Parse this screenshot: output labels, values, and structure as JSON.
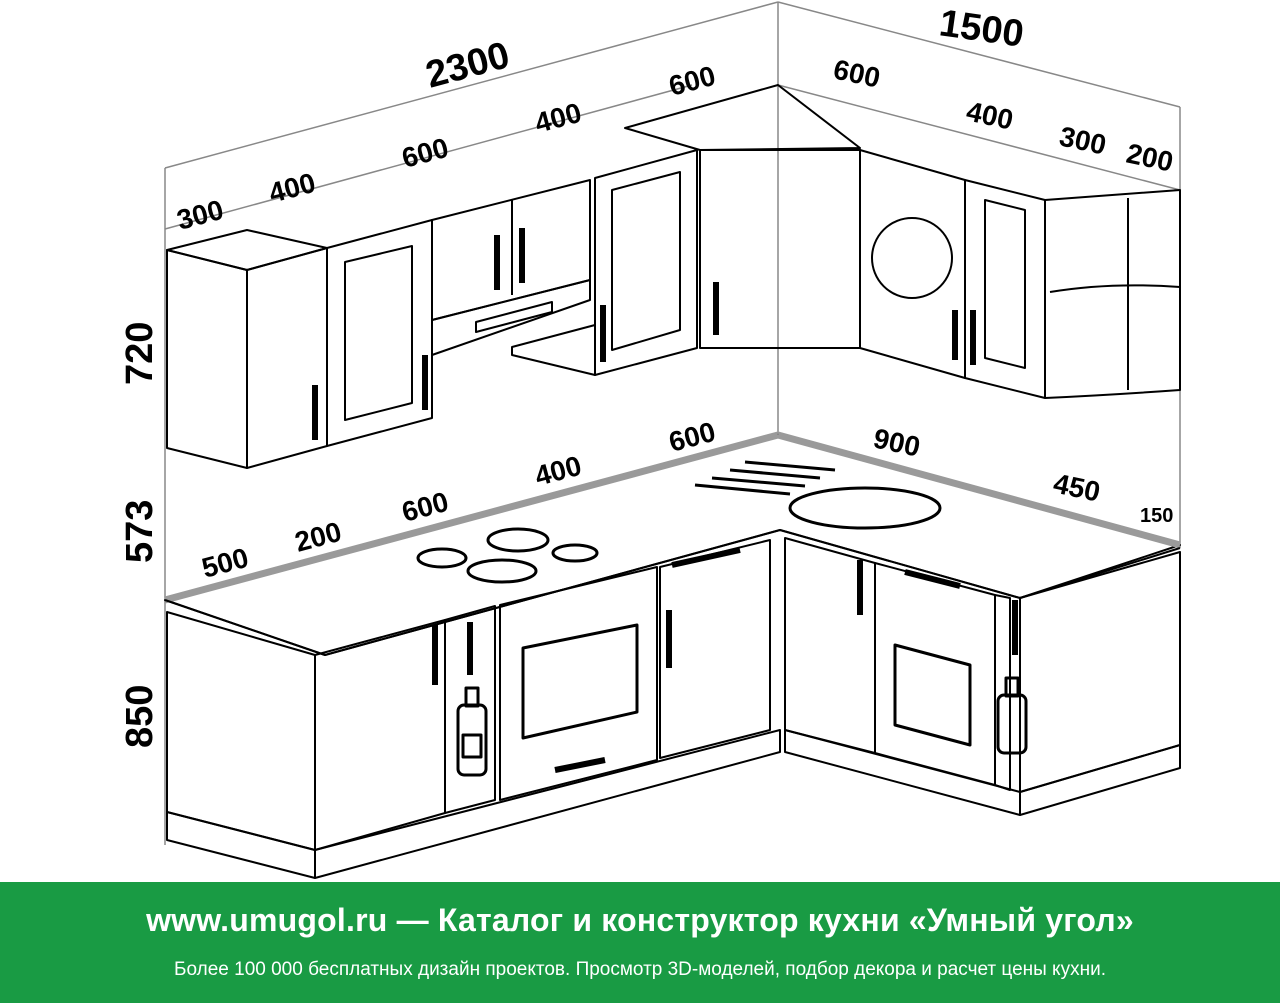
{
  "dimensions": {
    "upper_total": "2300",
    "upper_side_total": "1500",
    "upper_300": "300",
    "upper_400_a": "400",
    "upper_600_a": "600",
    "upper_400_b": "400",
    "upper_600_b": "600",
    "upper_side_600": "600",
    "upper_side_400": "400",
    "upper_side_300": "300",
    "upper_side_200": "200",
    "height_upper": "720",
    "height_gap": "573",
    "height_base": "850",
    "base_500": "500",
    "base_200": "200",
    "base_600": "600",
    "base_400": "400",
    "base_600_corner": "600",
    "base_side_900": "900",
    "base_side_450": "450",
    "base_side_150": "150"
  },
  "footer": {
    "link": "www.umugol.ru",
    "title_rest": " — Каталог и конструктор кухни «Умный угол»",
    "subtitle": "Более 100 000 бесплатных дизайн проектов. Просмотр 3D-моделей, подбор декора и расчет цены кухни."
  },
  "colors": {
    "footer_bg": "#199b44",
    "line": "#000000",
    "countertop_edge": "#9a9a9a"
  }
}
